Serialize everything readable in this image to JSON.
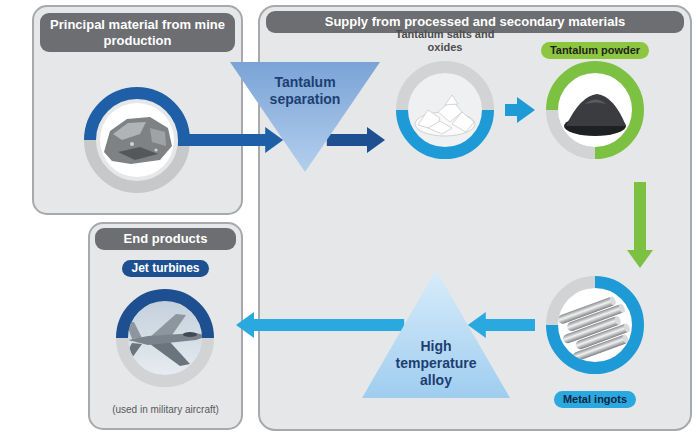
{
  "diagram": {
    "nodes": [
      {
        "text": [
          "Principal material from mine production"
        ]
      },
      {
        "text": [
          "Supply from processed and secondary materials"
        ]
      },
      {
        "text": [
          "Tantalum separation"
        ],
        "in": 1
      },
      {
        "text": [
          "Tantalum salts and oxides"
        ],
        "in": 1
      },
      {
        "text": [
          "Tantalum powder"
        ],
        "in": 1
      },
      {
        "text": [
          "Metal ingots"
        ],
        "in": 1
      },
      {
        "text": [
          "High temperature alloy"
        ],
        "in": 1
      },
      {
        "text": [
          "End products"
        ]
      },
      {
        "text": [
          "Jet turbines",
          "(used in military aircraft)"
        ],
        "in": 7
      }
    ],
    "edges": [
      {
        "from": 0,
        "to": 2,
        "arrow": "to"
      },
      {
        "from": 2,
        "to": 3,
        "arrow": "to"
      },
      {
        "from": 3,
        "to": 4,
        "arrow": "to"
      },
      {
        "from": 4,
        "to": 5,
        "arrow": "to"
      },
      {
        "from": 5,
        "to": 6,
        "arrow": "to"
      },
      {
        "from": 6,
        "to": 8,
        "arrow": "to"
      }
    ]
  }
}
